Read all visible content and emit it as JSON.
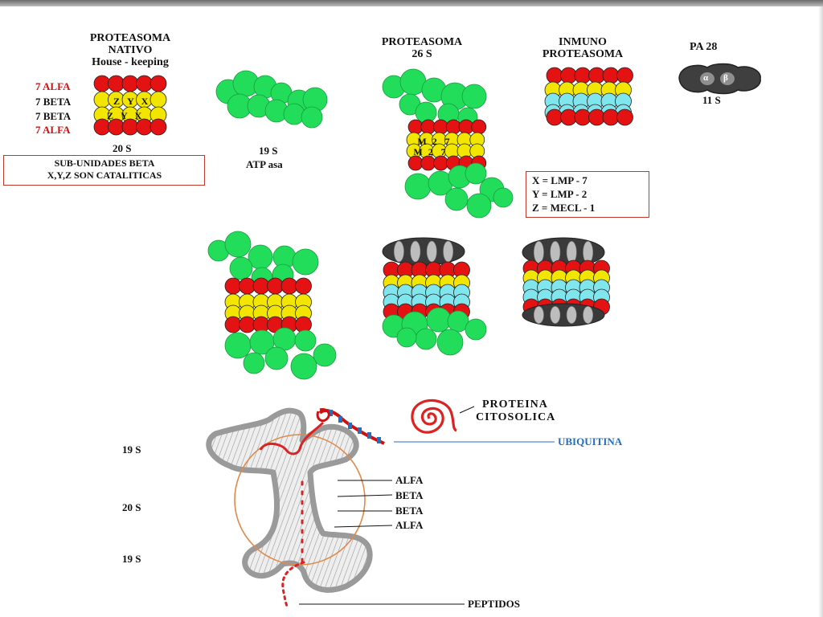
{
  "colors": {
    "alfa": "#e41212",
    "beta": "#f2e600",
    "regulatory_19s": "#22dd5a",
    "immuno_beta": "#7fe6ee",
    "pa28": "#444444",
    "ubiquitin": "#1f6fc4",
    "outline": "#c0392b"
  },
  "top": {
    "native": {
      "title_line1": "PROTEASOMA",
      "title_line2": "NATIVO",
      "title_line3": "House - keeping",
      "ring_labels": [
        "7 ALFA",
        "7 BETA",
        "7 BETA",
        "7 ALFA"
      ],
      "beta_row1": [
        "Z",
        "Y",
        "X"
      ],
      "beta_row2": [
        "Z",
        "Y",
        "X"
      ],
      "size": "20 S",
      "note_line1": "SUB-UNIDADES BETA",
      "note_line2": "X,Y,Z SON CATALITICAS"
    },
    "cap19": {
      "size": "19 S",
      "function": "ATP asa"
    },
    "p26": {
      "title_line1": "PROTEASOMA",
      "title_line2": "26 S",
      "beta_row1": [
        "M",
        "2",
        "7"
      ],
      "beta_row2": [
        "M",
        "2",
        "7"
      ]
    },
    "immuno": {
      "title_line1": "INMUNO",
      "title_line2": "PROTEASOMA",
      "legend": [
        "X = LMP - 7",
        "Y = LMP - 2",
        "Z = MECL - 1"
      ]
    },
    "pa28": {
      "title": "PA 28",
      "subunit_a": "α",
      "subunit_b": "β",
      "size": "11 S"
    }
  },
  "bottom": {
    "protein": "PROTEINA",
    "protein2": "CITOSOLICA",
    "ubiquitin": "UBIQUITINA",
    "alfa1": "ALFA",
    "beta1": "BETA",
    "beta2": "BETA",
    "alfa2": "ALFA",
    "peptides": "PEPTIDOS",
    "size_top": "19 S",
    "size_mid": "20 S",
    "size_bot": "19 S"
  }
}
